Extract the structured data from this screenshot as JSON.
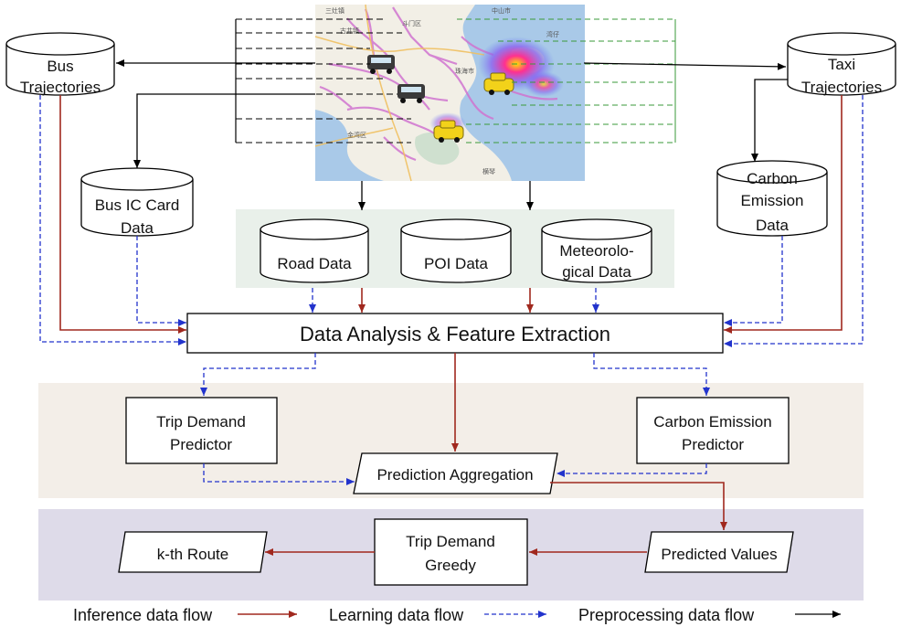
{
  "sources": {
    "bus_trajectories": [
      "Bus",
      "Trajectories"
    ],
    "taxi_trajectories": [
      "Taxi",
      "Trajectories"
    ],
    "bus_ic_card": [
      "Bus IC Card",
      "Data"
    ],
    "carbon_emission_data": [
      "Carbon",
      "Emission",
      "Data"
    ]
  },
  "context_data": {
    "road": "Road Data",
    "poi": "POI Data",
    "meteorological": [
      "Meteorolo-",
      "gical Data"
    ]
  },
  "map": {
    "labels": [
      "三灶镇",
      "中山市",
      "古井镇",
      "横琴",
      "湾仔",
      "斗门区",
      "金湾区",
      "珠海市"
    ]
  },
  "process": {
    "feature_extraction": "Data Analysis & Feature Extraction",
    "trip_demand_predictor": [
      "Trip Demand",
      "Predictor"
    ],
    "carbon_emission_predictor": [
      "Carbon Emission",
      "Predictor"
    ],
    "prediction_aggregation": "Prediction Aggregation",
    "predicted_values": "Predicted Values",
    "trip_demand_greedy": [
      "Trip Demand",
      "Greedy"
    ],
    "kth_route": "k-th Route"
  },
  "legend": {
    "inference": "Inference data flow",
    "learning": "Learning data flow",
    "preprocessing": "Preprocessing data flow"
  },
  "colors": {
    "inference": "#a0281e",
    "learning": "#2233cc",
    "preprocessing": "#000000",
    "context_band": "#e9f0ea",
    "prediction_band": "#f3eee8",
    "route_band": "#dedbe9"
  }
}
